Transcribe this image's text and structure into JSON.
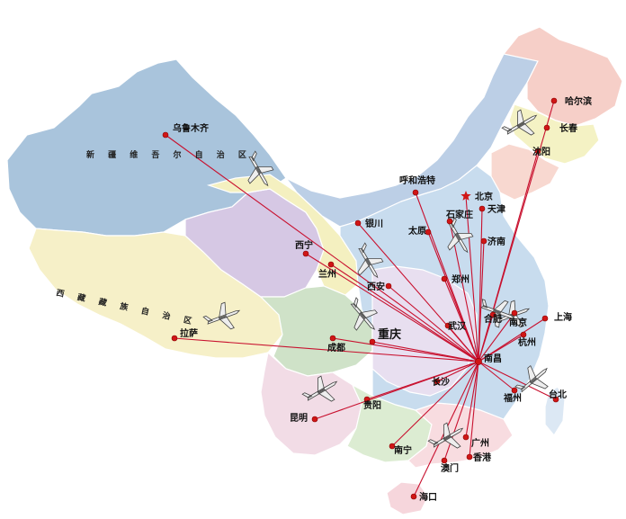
{
  "colors": {
    "route": "#c8102e",
    "city_dot": "#d01616",
    "capital_star": "#d01616",
    "label": "#111111"
  },
  "hub": "nanchang",
  "regions": [
    {
      "id": "xinjiang",
      "label": "新 疆 维 吾 尔 自 治 区",
      "color": "#a9c4dc"
    },
    {
      "id": "xizang",
      "label": "西 藏 藏 族 自 治 区",
      "color": "#f6f0c8"
    },
    {
      "id": "qinghai",
      "label": "",
      "color": "#d6c8e4"
    },
    {
      "id": "gansu",
      "label": "",
      "color": "#f4f0c0"
    },
    {
      "id": "neimenggu",
      "label": "",
      "color": "#bccfe6"
    },
    {
      "id": "heilongjiang",
      "label": "",
      "color": "#f6cfc8"
    },
    {
      "id": "jilin",
      "label": "",
      "color": "#f4f2c4"
    },
    {
      "id": "liaoning",
      "label": "",
      "color": "#f8d8d0"
    },
    {
      "id": "sichuan",
      "label": "",
      "color": "#cfe2c8"
    },
    {
      "id": "yunnan",
      "label": "",
      "color": "#f2dce6"
    },
    {
      "id": "guangxi",
      "label": "",
      "color": "#dcecd2"
    },
    {
      "id": "guangdong",
      "label": "",
      "color": "#f8dce0"
    },
    {
      "id": "east",
      "label": "",
      "color": "#c8dcee"
    },
    {
      "id": "central",
      "label": "",
      "color": "#e8dff0"
    },
    {
      "id": "hainan",
      "label": "",
      "color": "#f6d6dc"
    },
    {
      "id": "taiwan",
      "label": "",
      "color": "#dce8f4"
    }
  ],
  "cities": [
    {
      "id": "wulumuqi",
      "label": "乌鲁木齐"
    },
    {
      "id": "haerbin",
      "label": "哈尔滨"
    },
    {
      "id": "changchun",
      "label": "长春"
    },
    {
      "id": "shenyang",
      "label": "沈阳"
    },
    {
      "id": "huhehaote",
      "label": "呼和浩特"
    },
    {
      "id": "beijing",
      "label": "北京"
    },
    {
      "id": "tianjin",
      "label": "天津"
    },
    {
      "id": "shijiazhuang",
      "label": "石家庄"
    },
    {
      "id": "taiyuan",
      "label": "太原"
    },
    {
      "id": "jinan",
      "label": "济南"
    },
    {
      "id": "yinchuan",
      "label": "银川"
    },
    {
      "id": "xining",
      "label": "西宁"
    },
    {
      "id": "lanzhou",
      "label": "兰州"
    },
    {
      "id": "xian",
      "label": "西安"
    },
    {
      "id": "zhengzhou",
      "label": "郑州"
    },
    {
      "id": "lasa",
      "label": "拉萨"
    },
    {
      "id": "chengdu",
      "label": "成都"
    },
    {
      "id": "chongqing",
      "label": "重庆"
    },
    {
      "id": "wuhan",
      "label": "武汉"
    },
    {
      "id": "hefei",
      "label": "合肥"
    },
    {
      "id": "nanjing",
      "label": "南京"
    },
    {
      "id": "shanghai",
      "label": "上海"
    },
    {
      "id": "hangzhou",
      "label": "杭州"
    },
    {
      "id": "nanchang",
      "label": "南昌"
    },
    {
      "id": "changsha",
      "label": "长沙"
    },
    {
      "id": "guiyang",
      "label": "贵阳"
    },
    {
      "id": "kunming",
      "label": "昆明"
    },
    {
      "id": "fuzhou",
      "label": "福州"
    },
    {
      "id": "taibei",
      "label": "台北"
    },
    {
      "id": "nanning",
      "label": "南宁"
    },
    {
      "id": "guangzhou",
      "label": "广州"
    },
    {
      "id": "aomen",
      "label": "澳门"
    },
    {
      "id": "xianggang",
      "label": "香港"
    },
    {
      "id": "haikou",
      "label": "海口"
    }
  ],
  "routes_from_hub": [
    "wulumuqi",
    "haerbin",
    "shenyang",
    "huhehaote",
    "beijing",
    "tianjin",
    "shijiazhuang",
    "taiyuan",
    "jinan",
    "yinchuan",
    "xining",
    "lanzhou",
    "xian",
    "zhengzhou",
    "lasa",
    "chengdu",
    "chongqing",
    "wuhan",
    "hefei",
    "nanjing",
    "shanghai",
    "hangzhou",
    "changsha",
    "guiyang",
    "kunming",
    "fuzhou",
    "taibei",
    "nanning",
    "guangzhou",
    "aomen",
    "xianggang",
    "haikou"
  ]
}
